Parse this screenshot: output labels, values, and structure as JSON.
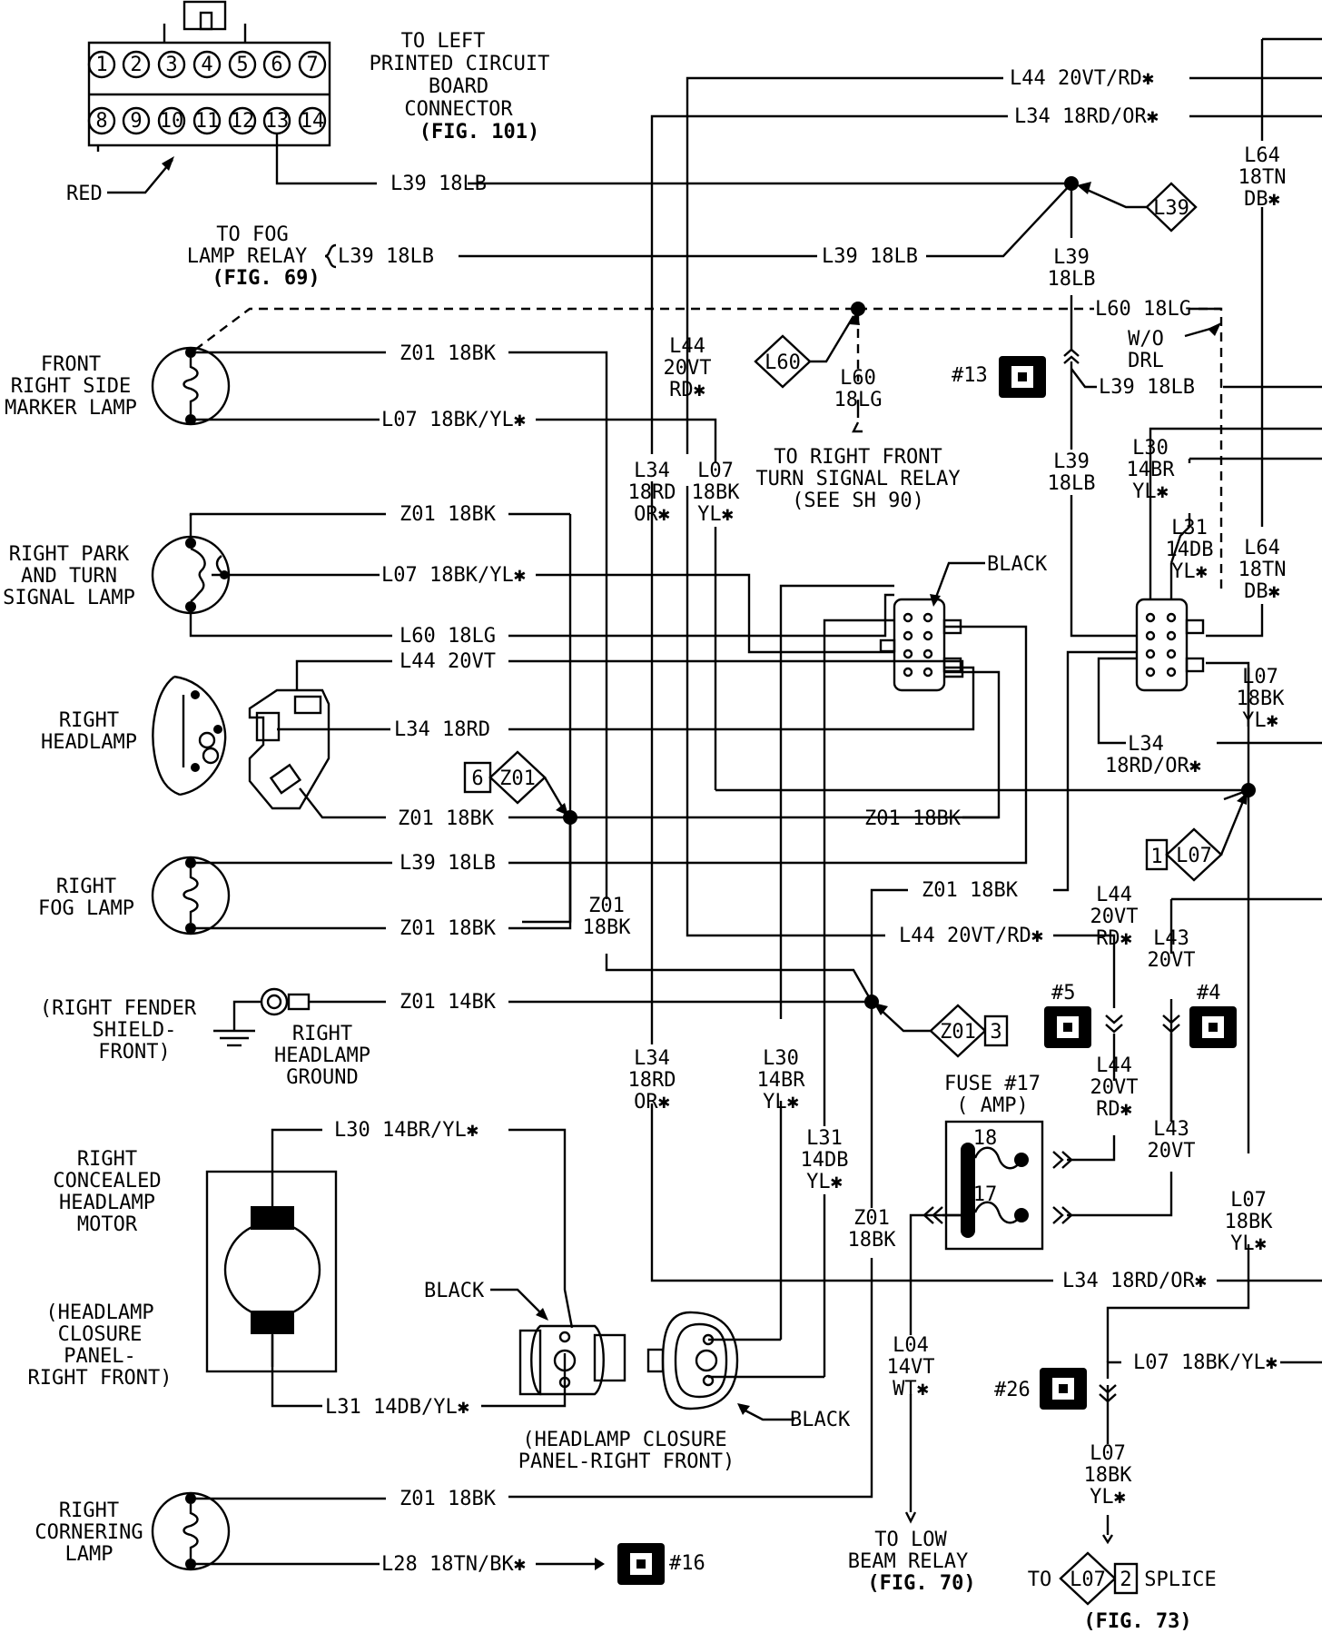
{
  "connector": {
    "pins_top": [
      "1",
      "2",
      "3",
      "4",
      "5",
      "6",
      "7"
    ],
    "pins_bottom": [
      "8",
      "9",
      "10",
      "11",
      "12",
      "13",
      "14"
    ],
    "color_label": "RED",
    "dest": [
      "TO LEFT",
      "PRINTED CIRCUIT",
      "BOARD",
      "CONNECTOR",
      "(FIG. 101)"
    ]
  },
  "fog_relay": [
    "TO FOG",
    "LAMP RELAY",
    "(FIG. 69)"
  ],
  "components": {
    "front_marker": [
      "FRONT",
      "RIGHT SIDE",
      "MARKER LAMP"
    ],
    "park_turn": [
      "RIGHT PARK",
      "AND TURN",
      "SIGNAL LAMP"
    ],
    "headlamp": [
      "RIGHT",
      "HEADLAMP"
    ],
    "fog_lamp": [
      "RIGHT",
      "FOG LAMP"
    ],
    "fender": [
      "(RIGHT FENDER",
      "SHIELD-",
      "FRONT)"
    ],
    "ground": [
      "RIGHT",
      "HEADLAMP",
      "GROUND"
    ],
    "motor": [
      "RIGHT",
      "CONCEALED",
      "HEADLAMP",
      "MOTOR"
    ],
    "closure_panel": [
      "(HEADLAMP",
      "CLOSURE",
      "PANEL-",
      "RIGHT FRONT)"
    ],
    "closure_conn": [
      "(HEADLAMP CLOSURE",
      "PANEL-RIGHT FRONT)"
    ],
    "cornering": [
      "RIGHT",
      "CORNERING",
      "LAMP"
    ],
    "turn_relay": [
      "TO RIGHT FRONT",
      "TURN SIGNAL RELAY",
      "(SEE SH 90)"
    ],
    "fuse": [
      "FUSE #17",
      "(     AMP)"
    ],
    "fuse_pins": [
      "18",
      "17"
    ],
    "low_beam": [
      "TO LOW",
      "BEAM RELAY",
      "(FIG. 70)"
    ],
    "splice_to": "TO",
    "splice_word": "SPLICE",
    "splice_fig": "(FIG. 73)",
    "black": "BLACK",
    "wo_drl": [
      "W/O",
      "DRL"
    ]
  },
  "wire_labels": {
    "l44_top": "L44 20VT/RD✱",
    "l34_top": "L34 18RD/OR✱",
    "l39_a": "L39 18LB",
    "l39_b": "L39 18LB",
    "l39_c": "L39 18LB",
    "l39_d": "L39 18LB",
    "l39_e": "L39 18LB",
    "l60_top": "L60 18LG",
    "z01_marker": "Z01 18BK",
    "l07_marker": "L07 18BK/YL✱",
    "z01_park": "Z01 18BK",
    "l07_park": "L07 18BK/YL✱",
    "l60_park": "L60 18LG",
    "l44_park": "L44 20VT",
    "l34_hl": "L34 18RD",
    "z01_hl": "Z01 18BK",
    "z01_mid": "Z01 18BK",
    "z01_fog": "Z01 18BK",
    "z01_gnd": "Z01 14BK",
    "z01_right": "Z01 18BK",
    "l44_right": "L44 20VT/RD✱",
    "l30_motor": "L30 14BR/YL✱",
    "l31_motor": "L31 14DB/YL✱",
    "z01_corner": "Z01 18BK",
    "l28_corner": "L28 18TN/BK✱",
    "l34_bottom": "L34 18RD/OR✱",
    "l07_bottom": "L07 18BK/YL✱"
  },
  "vertical_labels": {
    "l64_top": [
      "L64",
      "18TN",
      "DB✱"
    ],
    "l39_v1": [
      "L39",
      "18LB"
    ],
    "l60_v": [
      "L60",
      "18LG"
    ],
    "l44_v": [
      "L44",
      "20VT",
      "RD✱"
    ],
    "l34_v": [
      "L34",
      "18RD",
      "OR✱"
    ],
    "l07_v": [
      "L07",
      "18BK",
      "YL✱"
    ],
    "l39_v2": [
      "L39",
      "18LB"
    ],
    "l30_v": [
      "L30",
      "14BR",
      "YL✱"
    ],
    "l31_v": [
      "L31",
      "14DB",
      "YL✱"
    ],
    "l64_mid": [
      "L64",
      "18TN",
      "DB✱"
    ],
    "l07_r": [
      "L07",
      "18BK",
      "YL✱"
    ],
    "l34_r": [
      "L34",
      "18RD/OR✱"
    ],
    "z01_v": [
      "Z01",
      "18BK"
    ],
    "l44_r1": [
      "L44",
      "20VT",
      "RD✱"
    ],
    "l43_r1": [
      "L43",
      "20VT"
    ],
    "l34_v2": [
      "L34",
      "18RD",
      "OR✱"
    ],
    "l30_v2": [
      "L30",
      "14BR",
      "YL✱"
    ],
    "l31_v2": [
      "L31",
      "14DB",
      "YL✱"
    ],
    "z01_v2": [
      "Z01",
      "18BK"
    ],
    "l44_r2": [
      "L44",
      "20VT",
      "RD✱"
    ],
    "l43_r2": [
      "L43",
      "20VT"
    ],
    "l07_r2": [
      "L07",
      "18BK",
      "YL✱"
    ],
    "l04_v": [
      "L04",
      "14VT",
      "WT✱"
    ],
    "l07_r3": [
      "L07",
      "18BK",
      "YL✱"
    ]
  },
  "refs": {
    "l39": "L39",
    "l60": "L60",
    "z01_6": "Z01",
    "z01_6_num": "6",
    "l07_1": "L07",
    "l07_1_num": "1",
    "z01_3": "Z01",
    "z01_3_num": "3",
    "l07_2": "L07",
    "l07_2_num": "2"
  },
  "nums": {
    "n13": "#13",
    "n5": "#5",
    "n4": "#4",
    "n26": "#26",
    "n16": "#16"
  }
}
